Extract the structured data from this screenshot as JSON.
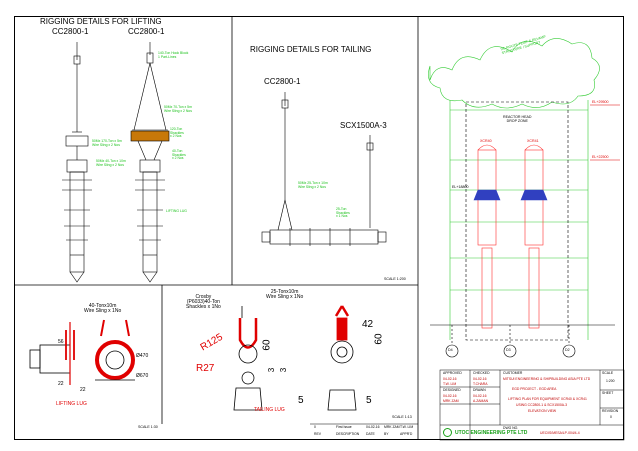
{
  "panels": {
    "lifting": {
      "title": "RIGGING DETAILS FOR LIFTING",
      "crane_left": "CC2800-1",
      "crane_right": "CC2800-1",
      "notes": [
        "140-Ton Hook Block\n1 Part-Lines",
        "50Mx 70-Ton x 5m\nWire Sling x 2 Nos",
        "120-Ton\nShackles\nx 2 Nos",
        "50Mx 170-Ton x 5m\nWire Sling x 2 Nos",
        "40-Ton\nShackles\nx 2 Nos",
        "50Mx 40-Ton x 10m\nWire Sling x 2 Nos",
        "LIFTING LUG"
      ]
    },
    "tailing": {
      "title": "RIGGING DETAILS FOR TAILING",
      "crane_main": "CC2800-1",
      "crane_tail": "SCX1500A-3",
      "notes": [
        "50Mx 25-Ton x 10m\nWire Sling x 2 Nos",
        "25-Ton\nShackles\nx 1 Nos"
      ],
      "scale": "SCALE 1:200"
    },
    "elevation": {
      "cloud_note": "DE-ROUTE TEMP. & REVAMP\nSTRUCTURE / SUPPORT",
      "el_top": "EL+29500",
      "el_mid": "EL+22500",
      "el_low": "EL+18800",
      "drop_zone": "REACTOR HEAD\nDROP ZONE",
      "reactor_left": "XCR40",
      "reactor_right": "XCR41",
      "grid": [
        "D4",
        "D3",
        "D2"
      ]
    },
    "lifting_lug": {
      "sling": "40-Tonx10m\nWire Sling x 1No",
      "dim_56": "56",
      "dim_22a": "22",
      "dim_22b": "22",
      "dim_470": "Ø470",
      "dim_670": "Ø670",
      "title": "LIFTING LUG",
      "scale": "SCALE 1:30"
    },
    "tailing_lug": {
      "shackle_note": "Crosby\n(P6033)40-Ton\nShackles x 1No",
      "sling": "25-Tonx10m\nWire Sling x 1No",
      "r125": "R125",
      "r27": "R27",
      "d60a": "60",
      "d3a": "3",
      "d3b": "3",
      "d5a": "5",
      "d42": "42",
      "d60b": "60",
      "d5b": "5",
      "title": "TAILING LUG",
      "scale": "SCALE 1:13"
    }
  },
  "title_block": {
    "approved": "APPROVED",
    "checked": "CHECKED",
    "designed": "DESIGNED",
    "drawn": "DRAWN",
    "date1": "04-02-16",
    "name1": "T.W. LIM",
    "date2": "04-02-16",
    "name2": "T.CHARA",
    "date3": "04-02-16",
    "name3": "MRK ZAM",
    "date4": "04-02-16",
    "name4": "A.ZAMAN",
    "customer_label": "CUSTOMER",
    "customer": "MITSUI ENGINEERING & SHIPBUILDING ASIA PTE LTD",
    "project": "EGD PROJECT - EGD AREA",
    "desc1": "LIFTING PLAN FOR EQUIPMENT XCR40 & XCR41",
    "desc2": "USING CC2800-1 & SCX1500A-3",
    "desc3": "ELEVATION VIEW",
    "scale_label": "SCALE",
    "scale_value": "1:200",
    "sheet_label": "SHEET",
    "revision_label": "REVISION",
    "revision_value": "0",
    "dwg_label": "DWG NO.",
    "dwg_no": "UEC/IS/MESA/LP-004/4-4",
    "company": "UTOC ENGINEERING PTE LTD",
    "rev_row": {
      "rev": "0",
      "desc": "First Issue",
      "date": "04-02-16",
      "by": "MRK ZAM",
      "appd": "T.W. LIM"
    },
    "rev_head": {
      "rev": "REV",
      "desc": "DESCRIPTION",
      "date": "DATE",
      "by": "BY",
      "appd": "APPR'D"
    }
  },
  "colors": {
    "line": "#000000",
    "dim_red": "#e00000",
    "note_green": "#18c018",
    "struct_green": "#33cc33",
    "reactor_red": "#ff3030",
    "bottom_blue": "#3040c0"
  }
}
